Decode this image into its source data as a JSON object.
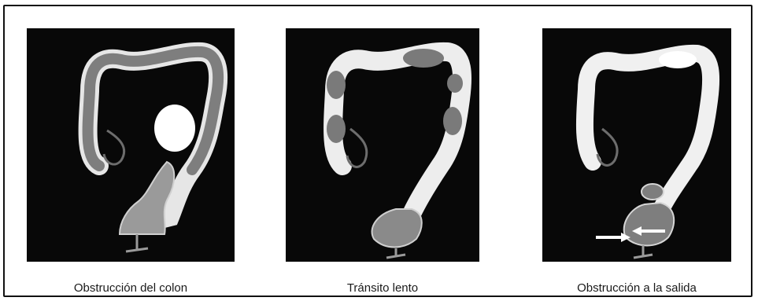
{
  "figure": {
    "panels": [
      {
        "id": "colon-obstruction",
        "caption": "Obstrucción del colon",
        "mass_label": ""
      },
      {
        "id": "slow-transit",
        "caption": "Tránsito lento"
      },
      {
        "id": "outlet-obstruction",
        "caption": "Obstrucción a la salida"
      }
    ],
    "colors": {
      "panel_background": "#080808",
      "colon_wall": "#f2f2f2",
      "contrast_segment": "#8a8a8a",
      "mass": "#ffffff",
      "arrow": "#ffffff"
    }
  }
}
